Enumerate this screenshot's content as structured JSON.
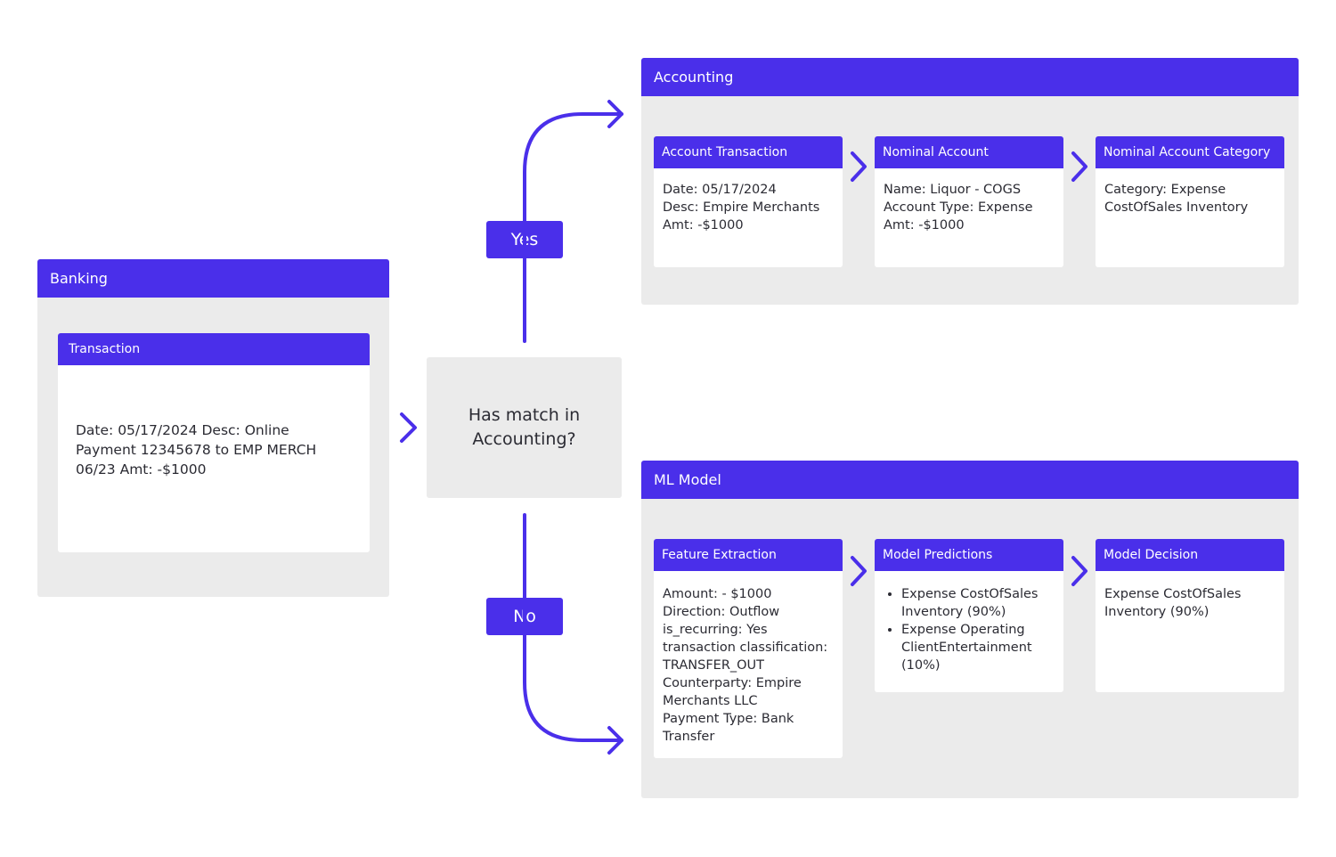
{
  "banking": {
    "title": "Banking",
    "transaction": {
      "title": "Transaction",
      "lines": [
        "Date: 05/17/2024",
        "Desc: Online Payment 12345678 to EMP MERCH 06/23",
        "Amt: -$1000"
      ]
    }
  },
  "decision": {
    "text": "Has match in Accounting?"
  },
  "yes_label": "Yes",
  "no_label": "No",
  "accounting": {
    "title": "Accounting",
    "cards": [
      {
        "title": "Account Transaction",
        "lines": [
          "Date: 05/17/2024",
          "Desc: Empire Merchants",
          "Amt: -$1000"
        ]
      },
      {
        "title": "Nominal Account",
        "lines": [
          "Name: Liquor - COGS",
          "Account Type: Expense",
          "Amt: -$1000"
        ]
      },
      {
        "title": "Nominal Account Category",
        "lines": [
          "Category: Expense",
          "CostOfSales Inventory"
        ]
      }
    ]
  },
  "ml_model": {
    "title": "ML Model",
    "feature_extraction": {
      "title": "Feature Extraction",
      "lines": [
        "Amount: - $1000",
        "Direction: Outflow",
        "is_recurring: Yes",
        "transaction classification: TRANSFER_OUT",
        "Counterparty: Empire Merchants LLC",
        "Payment Type: Bank Transfer"
      ]
    },
    "model_predictions": {
      "title": "Model Predictions",
      "items": [
        "Expense CostOfSales Inventory (90%)",
        "Expense Operating ClientEntertainment (10%)"
      ]
    },
    "model_decision": {
      "title": "Model Decision",
      "lines": [
        "Expense CostOfSales Inventory (90%)"
      ]
    }
  },
  "colors": {
    "accent": "#4a2fea",
    "panel": "#ebebeb",
    "card": "#ffffff",
    "text": "#2b2b33"
  }
}
